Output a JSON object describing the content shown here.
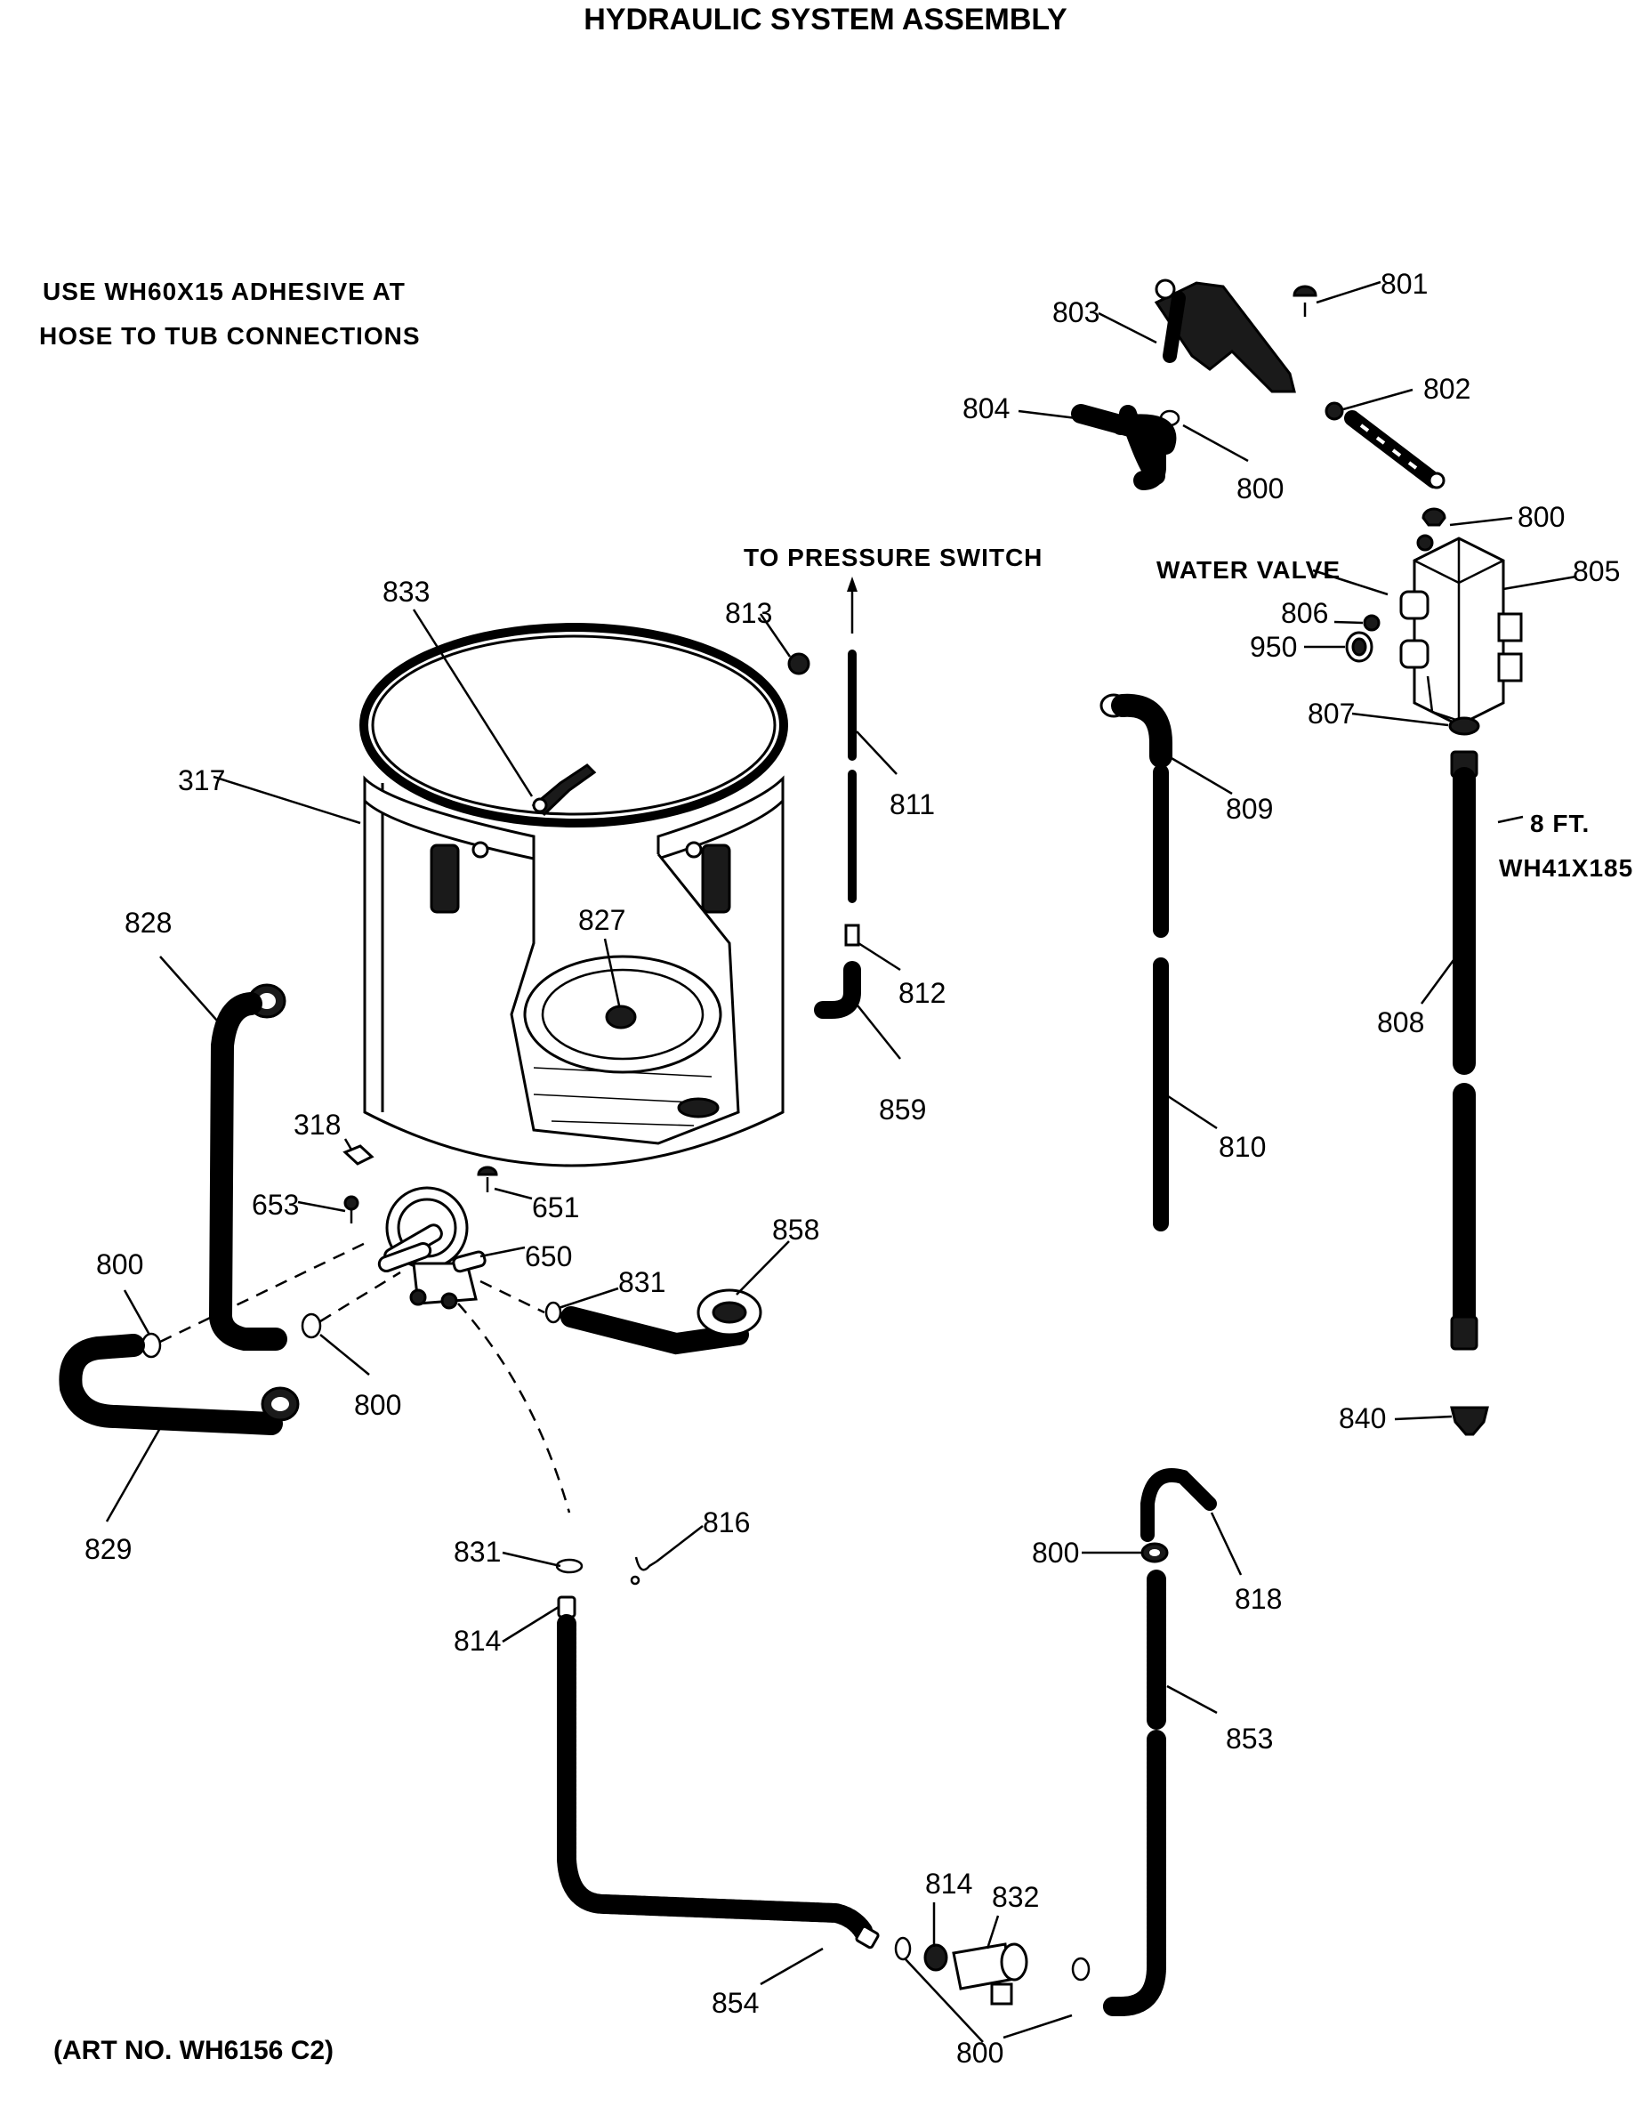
{
  "title": "HYDRAULIC SYSTEM ASSEMBLY",
  "note": {
    "line1": "USE WH60X15 ADHESIVE AT",
    "line2": "HOSE TO TUB CONNECTIONS"
  },
  "art_number": "(ART NO. WH6156 C2)",
  "callouts": {
    "to_pressure_switch": "TO PRESSURE SWITCH",
    "water_valve": "WATER VALVE",
    "hose_length": "8 FT.",
    "hose_part": "WH41X185"
  },
  "part_labels": {
    "p801": "801",
    "p803": "803",
    "p802": "802",
    "p804": "804",
    "p800_top": "800",
    "p800_valve": "800",
    "p805": "805",
    "p806": "806",
    "p950": "950",
    "p807": "807",
    "p833": "833",
    "p813": "813",
    "p811": "811",
    "p809": "809",
    "p317": "317",
    "p827": "827",
    "p812": "812",
    "p859": "859",
    "p828": "828",
    "p808": "808",
    "p810": "810",
    "p318": "318",
    "p653": "653",
    "p651": "651",
    "p650": "650",
    "p858": "858",
    "p800_left": "800",
    "p831_right": "831",
    "p800_mid": "800",
    "p840": "840",
    "p829": "829",
    "p831_low": "831",
    "p816": "816",
    "p800_drain": "800",
    "p818": "818",
    "p814_low": "814",
    "p853": "853",
    "p814_bottom": "814",
    "p832": "832",
    "p854": "854",
    "p800_bottom": "800"
  }
}
